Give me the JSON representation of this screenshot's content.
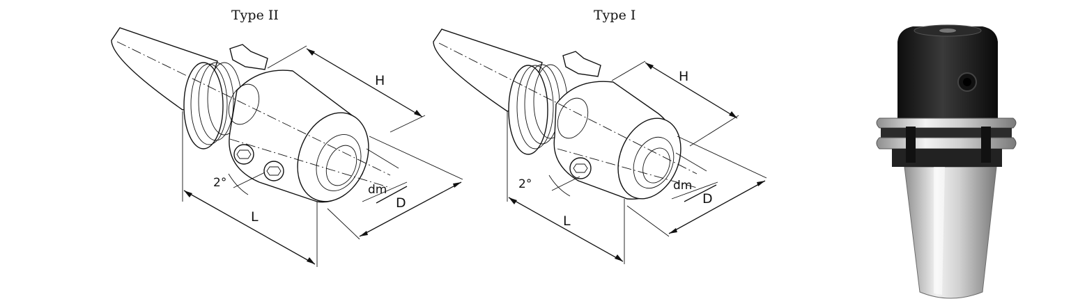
{
  "diagrams": [
    {
      "title": "Type II",
      "dimensions": {
        "H": "H",
        "L": "L",
        "D": "D",
        "dm": "dm",
        "angle": "2°"
      }
    },
    {
      "title": "Type I",
      "dimensions": {
        "H": "H",
        "L": "L",
        "D": "D",
        "dm": "dm",
        "angle": "2°"
      }
    }
  ],
  "colors": {
    "ink": "#111111",
    "holder_black": "#1c1c1c",
    "steel_light": "#e6e6e6",
    "steel_dark": "#8a8a8a"
  }
}
